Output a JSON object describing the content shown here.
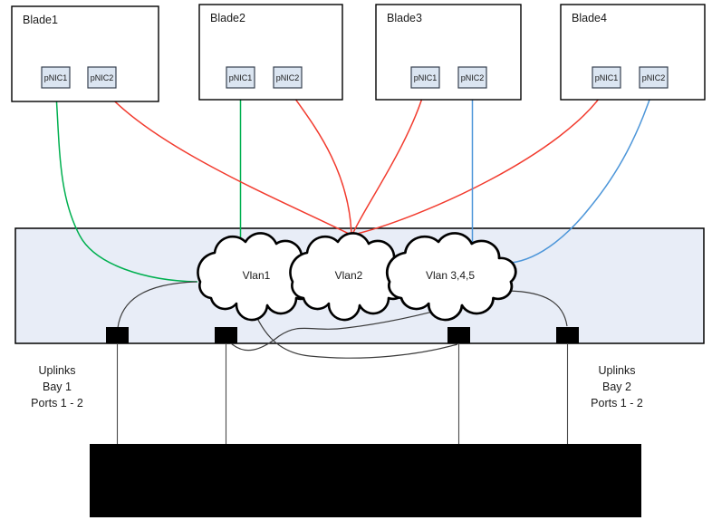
{
  "blades": [
    {
      "label": "Blade1",
      "nic1": "pNIC1",
      "nic2": "pNIC2"
    },
    {
      "label": "Blade2",
      "nic1": "pNIC1",
      "nic2": "pNIC2"
    },
    {
      "label": "Blade3",
      "nic1": "pNIC1",
      "nic2": "pNIC2"
    },
    {
      "label": "Blade4",
      "nic1": "pNIC1",
      "nic2": "pNIC2"
    }
  ],
  "chassis": {
    "vlans": [
      {
        "label": "Vlan1"
      },
      {
        "label": "Vlan2"
      },
      {
        "label": "Vlan 3,4,5"
      }
    ]
  },
  "uplinks": {
    "left": [
      "Uplinks",
      "Bay 1",
      "Ports 1 - 2"
    ],
    "right": [
      "Uplinks",
      "Bay 2",
      "Ports 1 - 2"
    ]
  },
  "colors": {
    "green": "#00B050",
    "red": "#F23B2E",
    "blue": "#4D96D9",
    "black_link": "#3C3C3C",
    "chassis_fill": "#E8EDF7"
  },
  "connections": [
    {
      "from": "Blade1 pNIC1",
      "to": "Vlan1",
      "color": "green"
    },
    {
      "from": "Blade2 pNIC1",
      "to": "Vlan1",
      "color": "green"
    },
    {
      "from": "Blade1 pNIC2",
      "to": "Vlan2",
      "color": "red"
    },
    {
      "from": "Blade2 pNIC2",
      "to": "Vlan2",
      "color": "red"
    },
    {
      "from": "Blade3 pNIC1",
      "to": "Vlan2",
      "color": "red"
    },
    {
      "from": "Blade4 pNIC1",
      "to": "Vlan2",
      "color": "red"
    },
    {
      "from": "Blade3 pNIC2",
      "to": "Vlan 3,4,5",
      "color": "blue"
    },
    {
      "from": "Blade4 pNIC2",
      "to": "Vlan 3,4,5",
      "color": "blue"
    },
    {
      "from": "Vlan1",
      "to": "Bay 1 Port 1",
      "color": "black"
    },
    {
      "from": "Vlan1",
      "to": "Bay 2 Port 1",
      "color": "black"
    },
    {
      "from": "Vlan 3,4,5",
      "to": "Bay 1 Port 2",
      "color": "black"
    },
    {
      "from": "Vlan 3,4,5",
      "to": "Bay 2 Port 2",
      "color": "black"
    }
  ]
}
